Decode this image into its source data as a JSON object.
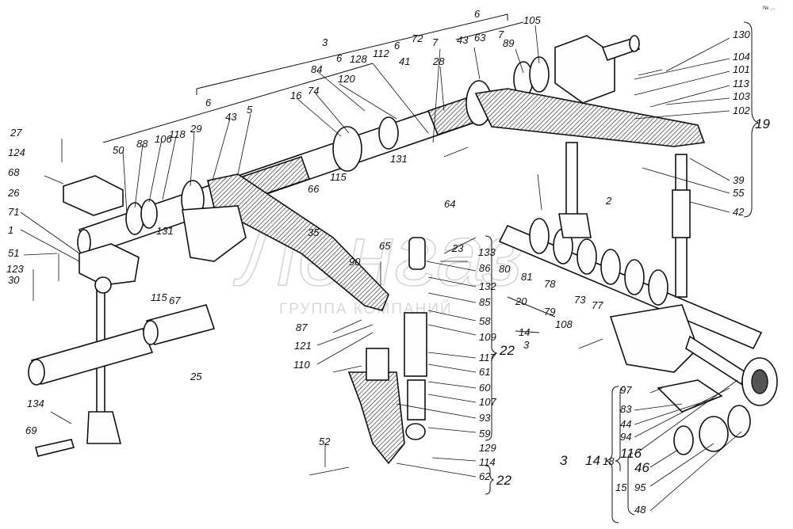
{
  "watermark": {
    "logo": "Ленгаз",
    "subtitle": "ГРУППА КОМПАНИЙ"
  },
  "corner_mark": "№ ...",
  "labels": [
    {
      "text": "27"
    },
    {
      "text": "124"
    },
    {
      "text": "68"
    },
    {
      "text": "26"
    },
    {
      "text": "71"
    },
    {
      "text": "1"
    },
    {
      "text": "51"
    },
    {
      "text": "123"
    },
    {
      "text": "30"
    },
    {
      "text": "134"
    },
    {
      "text": "69"
    },
    {
      "text": "50"
    },
    {
      "text": "88"
    },
    {
      "text": "106"
    },
    {
      "text": "118"
    },
    {
      "text": "29"
    },
    {
      "text": "43"
    },
    {
      "text": "5"
    },
    {
      "text": "131"
    },
    {
      "text": "115"
    },
    {
      "text": "67"
    },
    {
      "text": "25"
    },
    {
      "text": "16"
    },
    {
      "text": "74"
    },
    {
      "text": "84"
    },
    {
      "text": "6"
    },
    {
      "text": "120"
    },
    {
      "text": "128"
    },
    {
      "text": "112"
    },
    {
      "text": "6"
    },
    {
      "text": "41"
    },
    {
      "text": "72"
    },
    {
      "text": "7"
    },
    {
      "text": "28"
    },
    {
      "text": "43"
    },
    {
      "text": "63"
    },
    {
      "text": "7"
    },
    {
      "text": "89"
    },
    {
      "text": "105"
    },
    {
      "text": "6"
    },
    {
      "text": "3"
    },
    {
      "text": "6"
    },
    {
      "text": "131"
    },
    {
      "text": "115"
    },
    {
      "text": "66"
    },
    {
      "text": "35"
    },
    {
      "text": "64"
    },
    {
      "text": "65"
    },
    {
      "text": "90"
    },
    {
      "text": "87"
    },
    {
      "text": "121"
    },
    {
      "text": "110"
    },
    {
      "text": "23"
    },
    {
      "text": "133"
    },
    {
      "text": "86"
    },
    {
      "text": "132"
    },
    {
      "text": "85"
    },
    {
      "text": "58"
    },
    {
      "text": "109"
    },
    {
      "text": "117"
    },
    {
      "text": "61"
    },
    {
      "text": "60"
    },
    {
      "text": "107"
    },
    {
      "text": "93"
    },
    {
      "text": "59"
    },
    {
      "text": "22"
    },
    {
      "text": "129"
    },
    {
      "text": "114"
    },
    {
      "text": "62"
    },
    {
      "text": "22"
    },
    {
      "text": "52"
    },
    {
      "text": "2"
    },
    {
      "text": "80"
    },
    {
      "text": "81"
    },
    {
      "text": "78"
    },
    {
      "text": "20"
    },
    {
      "text": "73"
    },
    {
      "text": "77"
    },
    {
      "text": "79"
    },
    {
      "text": "14"
    },
    {
      "text": "3"
    },
    {
      "text": "108"
    },
    {
      "text": "130"
    },
    {
      "text": "104"
    },
    {
      "text": "101"
    },
    {
      "text": "113"
    },
    {
      "text": "103"
    },
    {
      "text": "102"
    },
    {
      "text": "19"
    },
    {
      "text": "39"
    },
    {
      "text": "55"
    },
    {
      "text": "42"
    },
    {
      "text": "97"
    },
    {
      "text": "83"
    },
    {
      "text": "44"
    },
    {
      "text": "94"
    },
    {
      "text": "116"
    },
    {
      "text": "3"
    },
    {
      "text": "14"
    },
    {
      "text": "18"
    },
    {
      "text": "46"
    },
    {
      "text": "15"
    },
    {
      "text": "95"
    },
    {
      "text": "48"
    }
  ]
}
